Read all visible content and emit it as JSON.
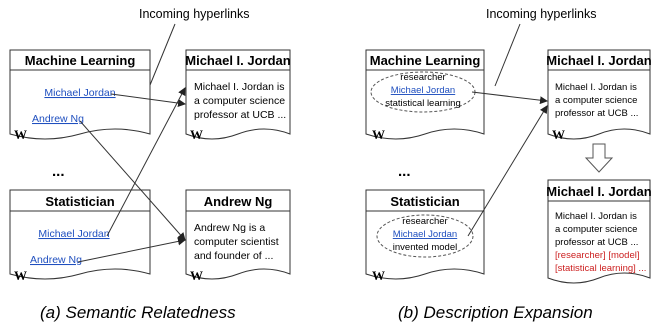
{
  "left": {
    "incoming_label": "Incoming hyperlinks",
    "caption": "(a) Semantic Relatedness",
    "pages": {
      "ml": {
        "title": "Machine Learning",
        "links": [
          "Michael Jordan",
          "Andrew Ng"
        ]
      },
      "stat": {
        "title": "Statistician",
        "links": [
          "Michael Jordan",
          "Andrew Ng"
        ]
      },
      "mj": {
        "title": "Michael I. Jordan",
        "lines": [
          "Michael I. Jordan is",
          "a computer science",
          "professor at UCB ..."
        ]
      },
      "ang": {
        "title": "Andrew Ng",
        "lines": [
          "Andrew Ng is a",
          "computer scientist",
          "and founder of ..."
        ]
      }
    },
    "ellipsis": "..."
  },
  "right": {
    "incoming_label": "Incoming hyperlinks",
    "caption": "(b) Description Expansion",
    "pages": {
      "ml": {
        "title": "Machine Learning",
        "context": [
          "researcher",
          "Michael Jordan",
          "statistical learning"
        ]
      },
      "stat": {
        "title": "Statistician",
        "context": [
          "researcher",
          "Michael Jordan",
          "invented model"
        ]
      },
      "mj": {
        "title": "Michael I. Jordan",
        "lines": [
          "Michael I. Jordan is",
          "a computer science",
          "professor at UCB ..."
        ]
      },
      "mj_expanded": {
        "title": "Michael I. Jordan",
        "lines": [
          "Michael I. Jordan is",
          "a computer science",
          "professor at UCB ..."
        ],
        "expansion": [
          "[researcher] [model]",
          "[statistical learning] ..."
        ]
      }
    },
    "ellipsis": "..."
  },
  "colors": {
    "link": "#1f4fbf",
    "expansion": "#cc1f1f"
  },
  "icons": [
    "wikipedia-icon",
    "down-arrow-icon"
  ]
}
